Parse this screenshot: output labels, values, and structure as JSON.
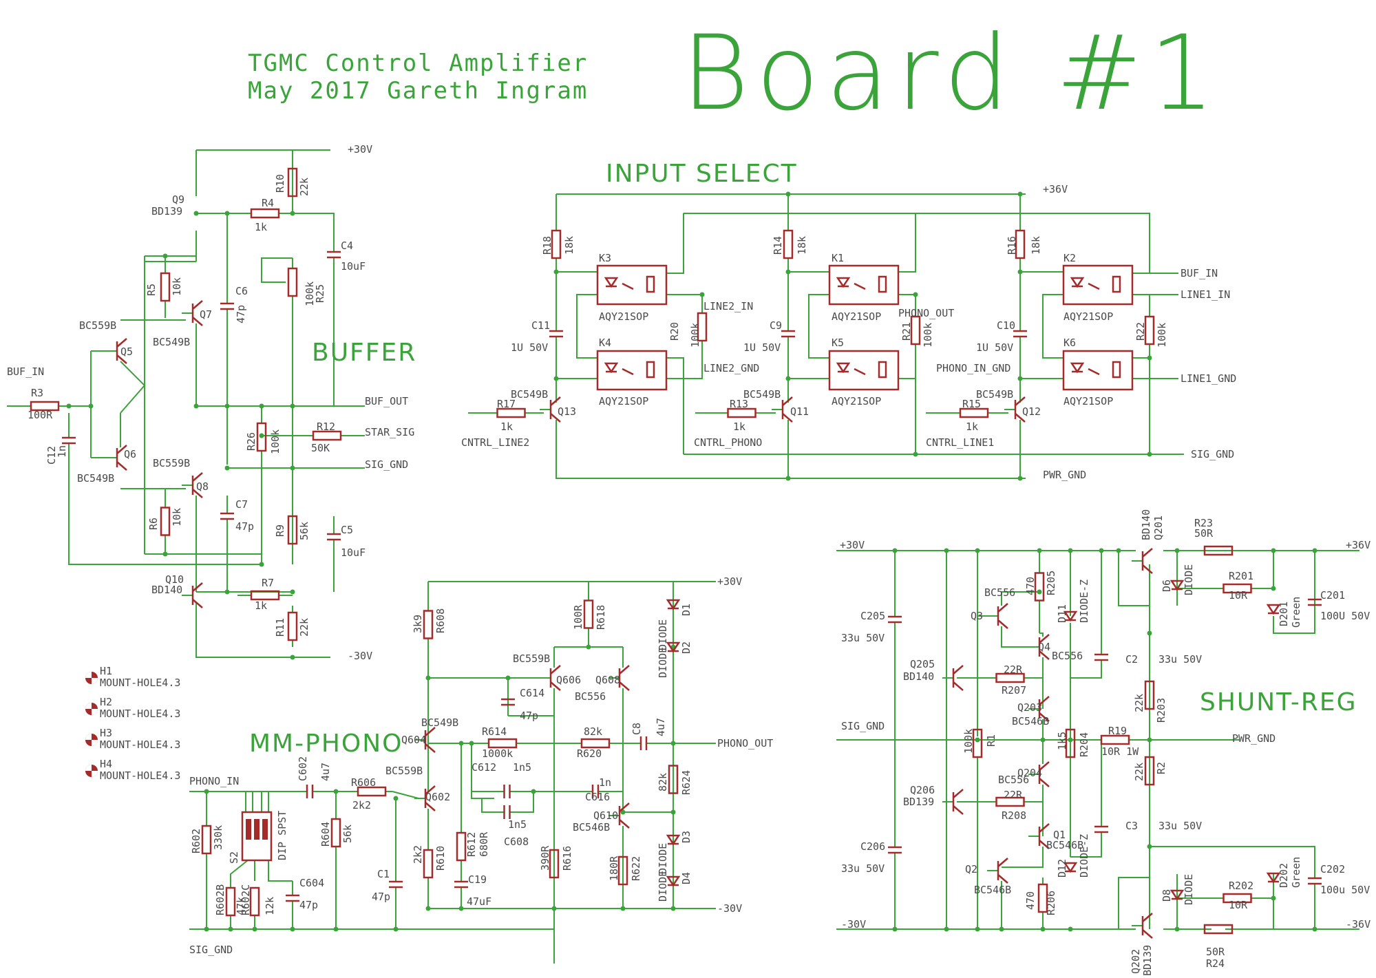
{
  "title": {
    "board": "Board #1",
    "line1": "TGMC Control Amplifier",
    "line2": "May 2017 Gareth Ingram"
  },
  "sections": {
    "buffer": "BUFFER",
    "input_select": "INPUT SELECT",
    "mm_phono": "MM-PHONO",
    "shunt_reg": "SHUNT-REG"
  },
  "colors": {
    "wire": "#3aa33a",
    "component": "#a52a2a",
    "text": "#4a4a4a",
    "title": "#3aa33a"
  },
  "buffer": {
    "labels": [
      "+30V",
      "-30V",
      "BUF_IN",
      "BUF_OUT",
      "STAR_SIG",
      "SIG_GND"
    ],
    "parts": {
      "Q9": "Q9",
      "Q9v": "BD139",
      "R4": "R4",
      "R4v": "1k",
      "R10": "R10",
      "R10v": "22k",
      "C4": "C4",
      "C4v": "10uF",
      "R25": "R25",
      "R25v": "100k",
      "R5": "R5",
      "R5v": "10k",
      "Q7": "Q7",
      "Q7v": "BC549B",
      "Q5": "Q5",
      "Q5v": "BC559B",
      "C6": "C6",
      "C6v": "47p",
      "R3": "R3",
      "R3v": "100R",
      "C12": "C12",
      "C12v": "1n",
      "Q6": "Q6",
      "Q6v": "BC549B",
      "R26": "R26",
      "R26v": "100k",
      "R12": "R12",
      "R12v": "50K",
      "Q8": "Q8",
      "Q8v": "BC559B",
      "R6": "R6",
      "R6v": "10k",
      "C7": "C7",
      "C7v": "47p",
      "R9": "R9",
      "R9v": "56k",
      "C5": "C5",
      "C5v": "10uF",
      "Q10": "Q10",
      "Q10v": "BD140",
      "R7": "R7",
      "R7v": "1k",
      "R11": "R11",
      "R11v": "22k"
    }
  },
  "input_select": {
    "labels": [
      "+36V",
      "BUF_IN",
      "LINE1_IN",
      "LINE2_IN",
      "PHONO_OUT",
      "LINE2_GND",
      "PHONO_IN_GND",
      "LINE1_GND",
      "SIG_GND",
      "PWR_GND",
      "CNTRL_LINE2",
      "CNTRL_PHONO",
      "CNTRL_LINE1"
    ],
    "parts": {
      "R18": "R18",
      "R18v": "18k",
      "R14": "R14",
      "R14v": "18k",
      "R16": "R16",
      "R16v": "18k",
      "K1": "K1",
      "K2": "K2",
      "K3": "K3",
      "K4": "K4",
      "K5": "K5",
      "K6": "K6",
      "Kv": "AQY21SOP",
      "C11": "C11",
      "C11v": "1U 50V",
      "C9": "C9",
      "C9v": "1U 50V",
      "C10": "C10",
      "C10v": "1U 50V",
      "R20": "R20",
      "R20v": "100k",
      "R21": "R21",
      "R21v": "100k",
      "R22": "R22",
      "R22v": "100k",
      "Q13": "Q13",
      "Q11": "Q11",
      "Q12": "Q12",
      "Qv": "BC549B",
      "R17": "R17",
      "R13": "R13",
      "R15": "R15",
      "Rv": "1k"
    }
  },
  "mounting": [
    "H1",
    "H2",
    "H3",
    "H4"
  ],
  "mounting_value": "MOUNT-HOLE4.3",
  "mm_phono": {
    "labels": [
      "+30V",
      "-30V",
      "PHONO_IN",
      "PHONO_OUT",
      "SIG_GND"
    ],
    "parts": {
      "R608": "R608",
      "R608v": "3k9",
      "R618": "R618",
      "R618v": "100R",
      "D1": "D1",
      "D2": "D2",
      "D3": "D3",
      "D4": "D4",
      "Dv": "DIODE",
      "Q606": "Q606",
      "Q606v": "BC559B",
      "Q608": "Q608",
      "Q608v": "BC556",
      "C614": "C614",
      "C614v": "47p",
      "Q604": "Q604",
      "Q604v": "BC549B",
      "R614": "R614",
      "R614v": "1000k",
      "R620": "R620",
      "R620v": "82k",
      "C8": "C8",
      "C8v": "4u7",
      "C612": "C612",
      "C612v": "1n5",
      "C608": "C608",
      "C608v": "1n5",
      "C616": "C616",
      "C616v": "1n",
      "R624": "R624",
      "R624v": "82k",
      "Q602": "Q602",
      "Q602v": "BC559B",
      "Q610": "Q610",
      "Q610v": "BC546B",
      "C602": "C602",
      "C602v": "4u7",
      "R606": "R606",
      "R606v": "2k2",
      "R602": "R602",
      "R602v": "330k",
      "S2": "S2",
      "S2v": "DIP SPST",
      "R604": "R604",
      "R604v": "56k",
      "C1": "C1",
      "C1v": "47p",
      "R610": "R610",
      "R610v": "2k2",
      "R612": "R612",
      "R612v": "680R",
      "C19": "C19",
      "C19v": "47uF",
      "R616": "R616",
      "R616v": "390R",
      "R622": "R622",
      "R622v": "180R",
      "R602B": "R602B",
      "R602Bv": "47k",
      "R602C": "R602C",
      "R602Cv": "12k",
      "C604": "C604",
      "C604v": "47p"
    }
  },
  "shunt_reg": {
    "labels": [
      "+30V",
      "+36V",
      "-30V",
      "-36V",
      "SIG_GND",
      "PWR_GND"
    ],
    "parts": {
      "Q201": "Q201",
      "Q201v": "BD140",
      "R23": "R23",
      "R23v": "50R",
      "D6": "D6",
      "R201": "R201",
      "R201v": "10R",
      "D201": "D201",
      "D201v": "Green",
      "C201": "C201",
      "C201v": "100U 50V",
      "C205": "C205",
      "C205v": "33u 50V",
      "Q3": "Q3",
      "Q3v": "BC556",
      "R205": "R205",
      "R205v": "470",
      "D11": "D11",
      "D11v": "DIODE-Z",
      "Q4": "Q4",
      "Q4v": "BC556",
      "C2": "C2",
      "C2v": "33u 50V",
      "Q205": "Q205",
      "Q205v": "BD140",
      "R207": "R207",
      "R207v": "22R",
      "Q203": "Q203",
      "Q203v": "BC546B",
      "R203": "R203",
      "R203v": "22k",
      "R1": "R1",
      "R1v": "100k",
      "R204": "R204",
      "R204v": "1k5",
      "R19": "R19",
      "R19v": "10R 1W",
      "R2": "R2",
      "R2v": "22k",
      "Q204": "Q204",
      "Q204v": "BC556",
      "Q206": "Q206",
      "Q206v": "BD139",
      "R208": "R208",
      "R208v": "22R",
      "C3": "C3",
      "C3v": "33u 50V",
      "C206": "C206",
      "C206v": "33u 50V",
      "Q1": "Q1",
      "Q1v": "BC546B",
      "D12": "D12",
      "D12v": "DIODE-Z",
      "C202": "C202",
      "C202v": "100u 50V",
      "Q2": "Q2",
      "Q2v": "BC546B",
      "R206": "R206",
      "R206v": "470",
      "D8": "D8",
      "D202": "D202",
      "D202v": "Green",
      "R202": "R202",
      "R202v": "10R",
      "Q202": "Q202",
      "Q202v": "BD139",
      "R24": "R24",
      "R24v": "50R",
      "Dv": "DIODE"
    }
  }
}
